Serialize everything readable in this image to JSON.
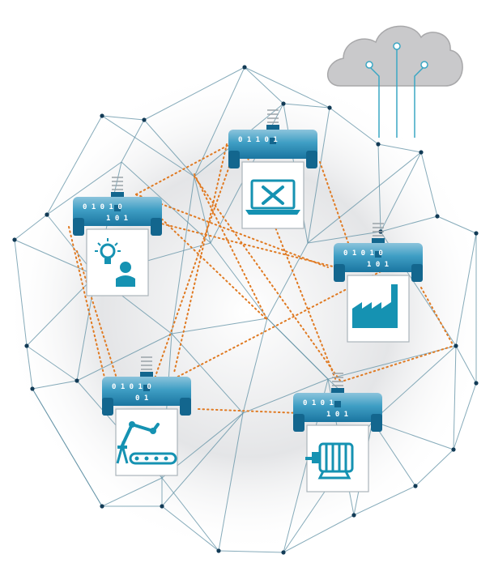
{
  "colors": {
    "mesh_line": "#5e8fa3",
    "node_dot": "#123b56",
    "link_dotted": "#e07a22",
    "module_top": "#8cc4dc",
    "module_body": "#2a8cb4",
    "module_dark": "#13668e",
    "icon": "#1592b2",
    "cloud_fill": "#c9c9cb",
    "cloud_stroke": "#a8a8aa",
    "cloud_wire": "#3aa7c4",
    "screen_border": "#aab4ba",
    "halo": "#d4d6d8"
  },
  "modules": [
    {
      "id": "service",
      "icon": "laptop-tools-icon",
      "row_top": "0 1    1 0 1",
      "row_bottom": ""
    },
    {
      "id": "idea",
      "icon": "lightbulb-person-icon",
      "row_top": "0    1    0 1 0",
      "row_bottom": "1 0 1"
    },
    {
      "id": "factory",
      "icon": "factory-icon",
      "row_top": "0    1    0 1 0",
      "row_bottom": "1 0 1"
    },
    {
      "id": "robot",
      "icon": "robot-arm-conveyor-icon",
      "row_top": "0 1    0 1 0",
      "row_bottom": "0 1"
    },
    {
      "id": "motor",
      "icon": "electric-motor-icon",
      "row_top": "0 1    0 1",
      "row_bottom": "1 0 1"
    }
  ],
  "cloud": {
    "icon": "cloud-icon"
  }
}
